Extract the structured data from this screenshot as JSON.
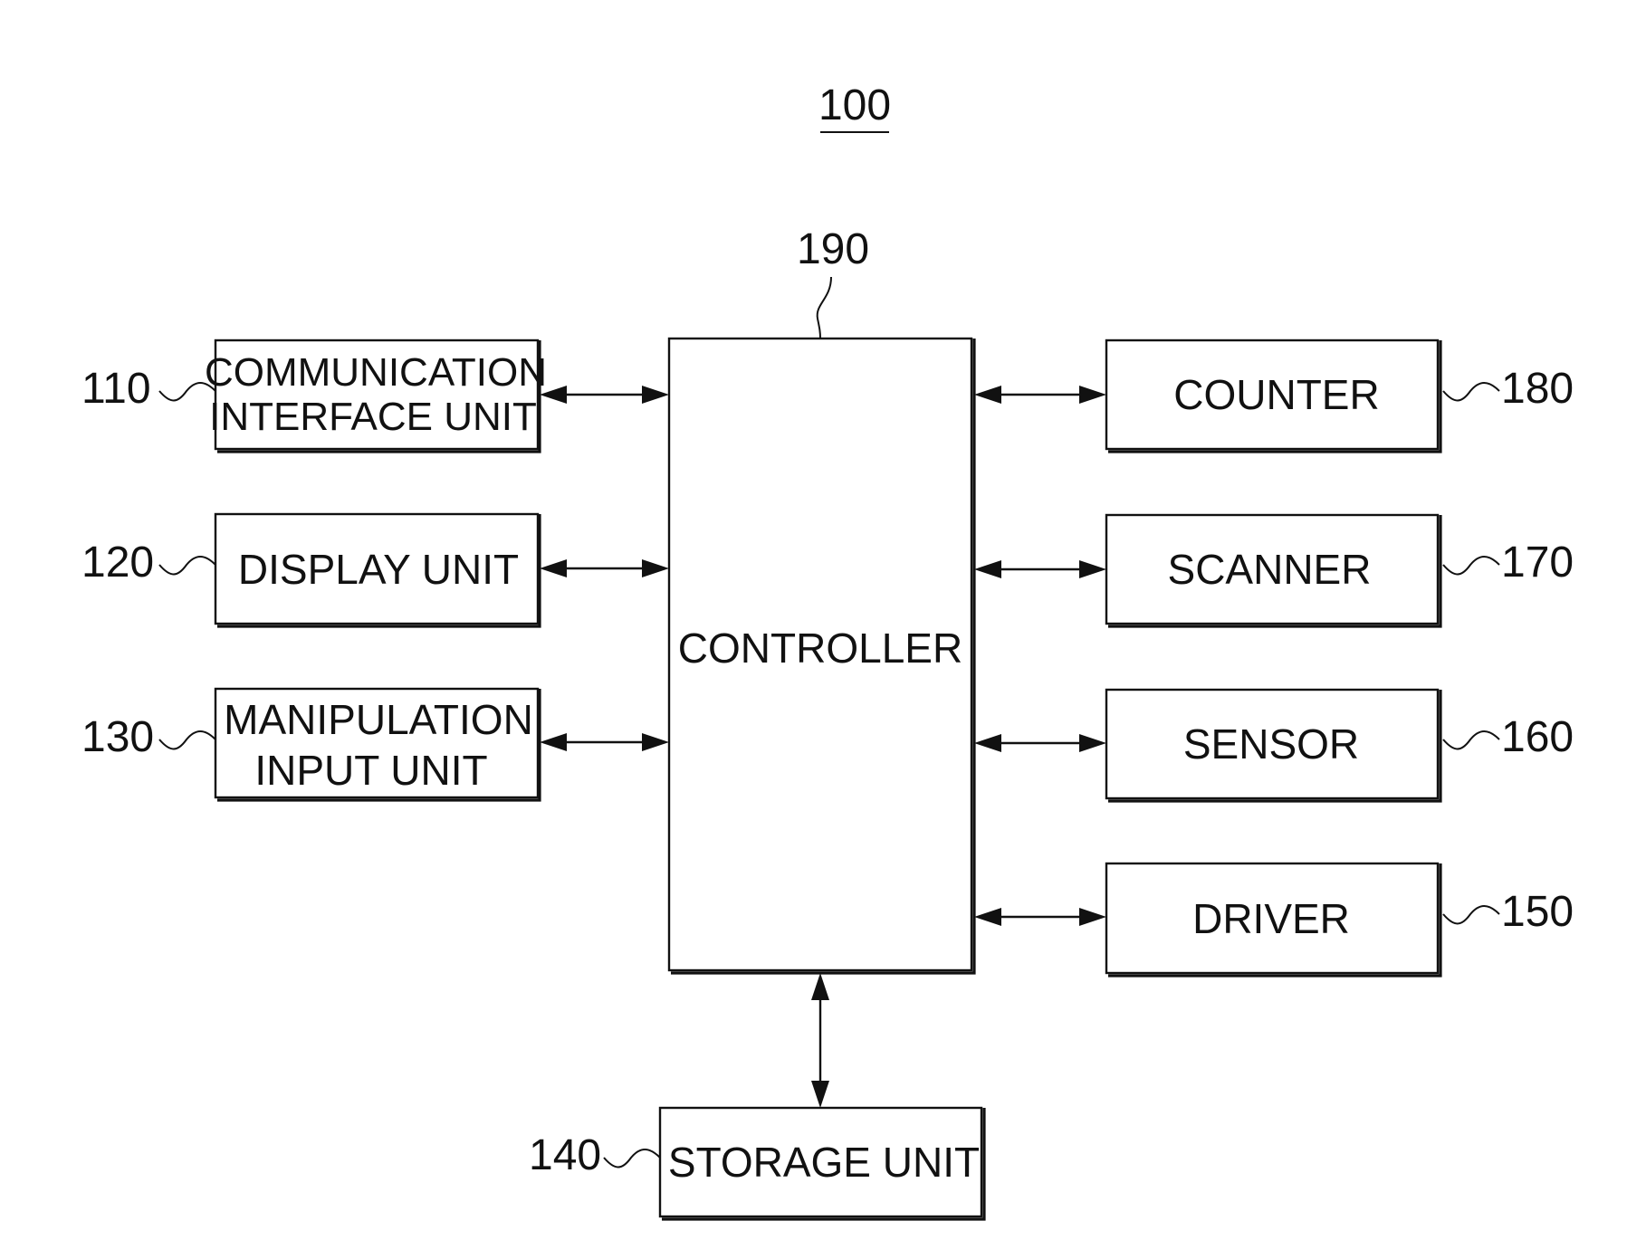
{
  "figure": {
    "reference": "100"
  },
  "blocks": {
    "controller": {
      "ref": "190",
      "label": "CONTROLLER"
    },
    "communication": {
      "ref": "110",
      "line1": "COMMUNICATION",
      "line2": "INTERFACE UNIT"
    },
    "display": {
      "ref": "120",
      "label": "DISPLAY UNIT"
    },
    "manipulation": {
      "ref": "130",
      "line1": "MANIPULATION",
      "line2": "INPUT UNIT"
    },
    "storage": {
      "ref": "140",
      "label": "STORAGE UNIT"
    },
    "driver": {
      "ref": "150",
      "label": "DRIVER"
    },
    "sensor": {
      "ref": "160",
      "label": "SENSOR"
    },
    "scanner": {
      "ref": "170",
      "label": "SCANNER"
    },
    "counter": {
      "ref": "180",
      "label": "COUNTER"
    }
  },
  "connections": [
    {
      "from": "110",
      "to": "190",
      "direction": "bidirectional"
    },
    {
      "from": "120",
      "to": "190",
      "direction": "bidirectional"
    },
    {
      "from": "130",
      "to": "190",
      "direction": "bidirectional"
    },
    {
      "from": "140",
      "to": "190",
      "direction": "bidirectional"
    },
    {
      "from": "150",
      "to": "190",
      "direction": "bidirectional"
    },
    {
      "from": "160",
      "to": "190",
      "direction": "bidirectional"
    },
    {
      "from": "170",
      "to": "190",
      "direction": "bidirectional"
    },
    {
      "from": "180",
      "to": "190",
      "direction": "bidirectional"
    }
  ]
}
